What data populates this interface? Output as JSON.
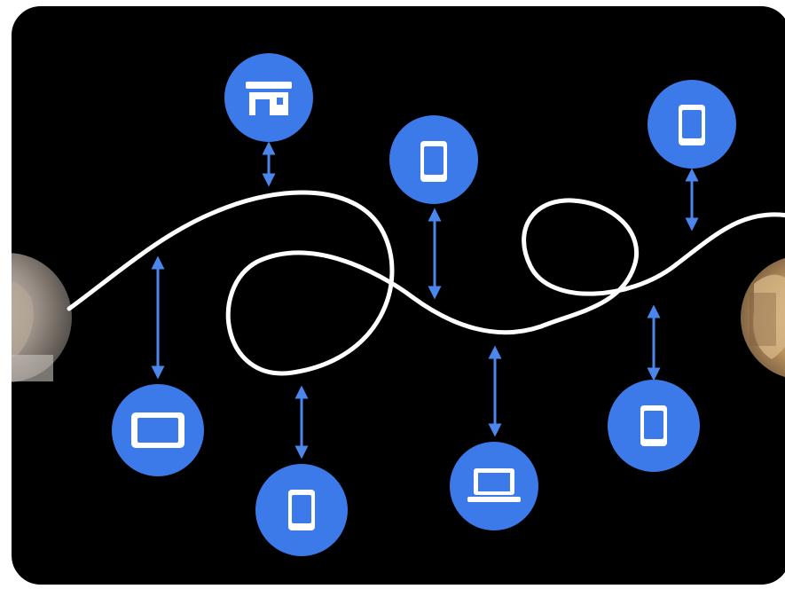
{
  "diagram": {
    "background": "#000000",
    "frame_color": "#ffffff",
    "node_color": "#3b7ae8",
    "arrow_color": "#4c86ec",
    "path_color": "#ffffff",
    "left_avatar": "person-photo",
    "right_avatar": "person-photo",
    "nodes": [
      {
        "id": "store-top",
        "icon": "store-icon"
      },
      {
        "id": "phone-top-center",
        "icon": "smartphone-icon"
      },
      {
        "id": "phone-top-right",
        "icon": "smartphone-icon"
      },
      {
        "id": "tablet-bottom-left",
        "icon": "tablet-icon"
      },
      {
        "id": "phone-bottom-left",
        "icon": "smartphone-icon"
      },
      {
        "id": "laptop-bottom-center",
        "icon": "laptop-icon"
      },
      {
        "id": "phone-bottom-right",
        "icon": "smartphone-icon"
      }
    ]
  }
}
